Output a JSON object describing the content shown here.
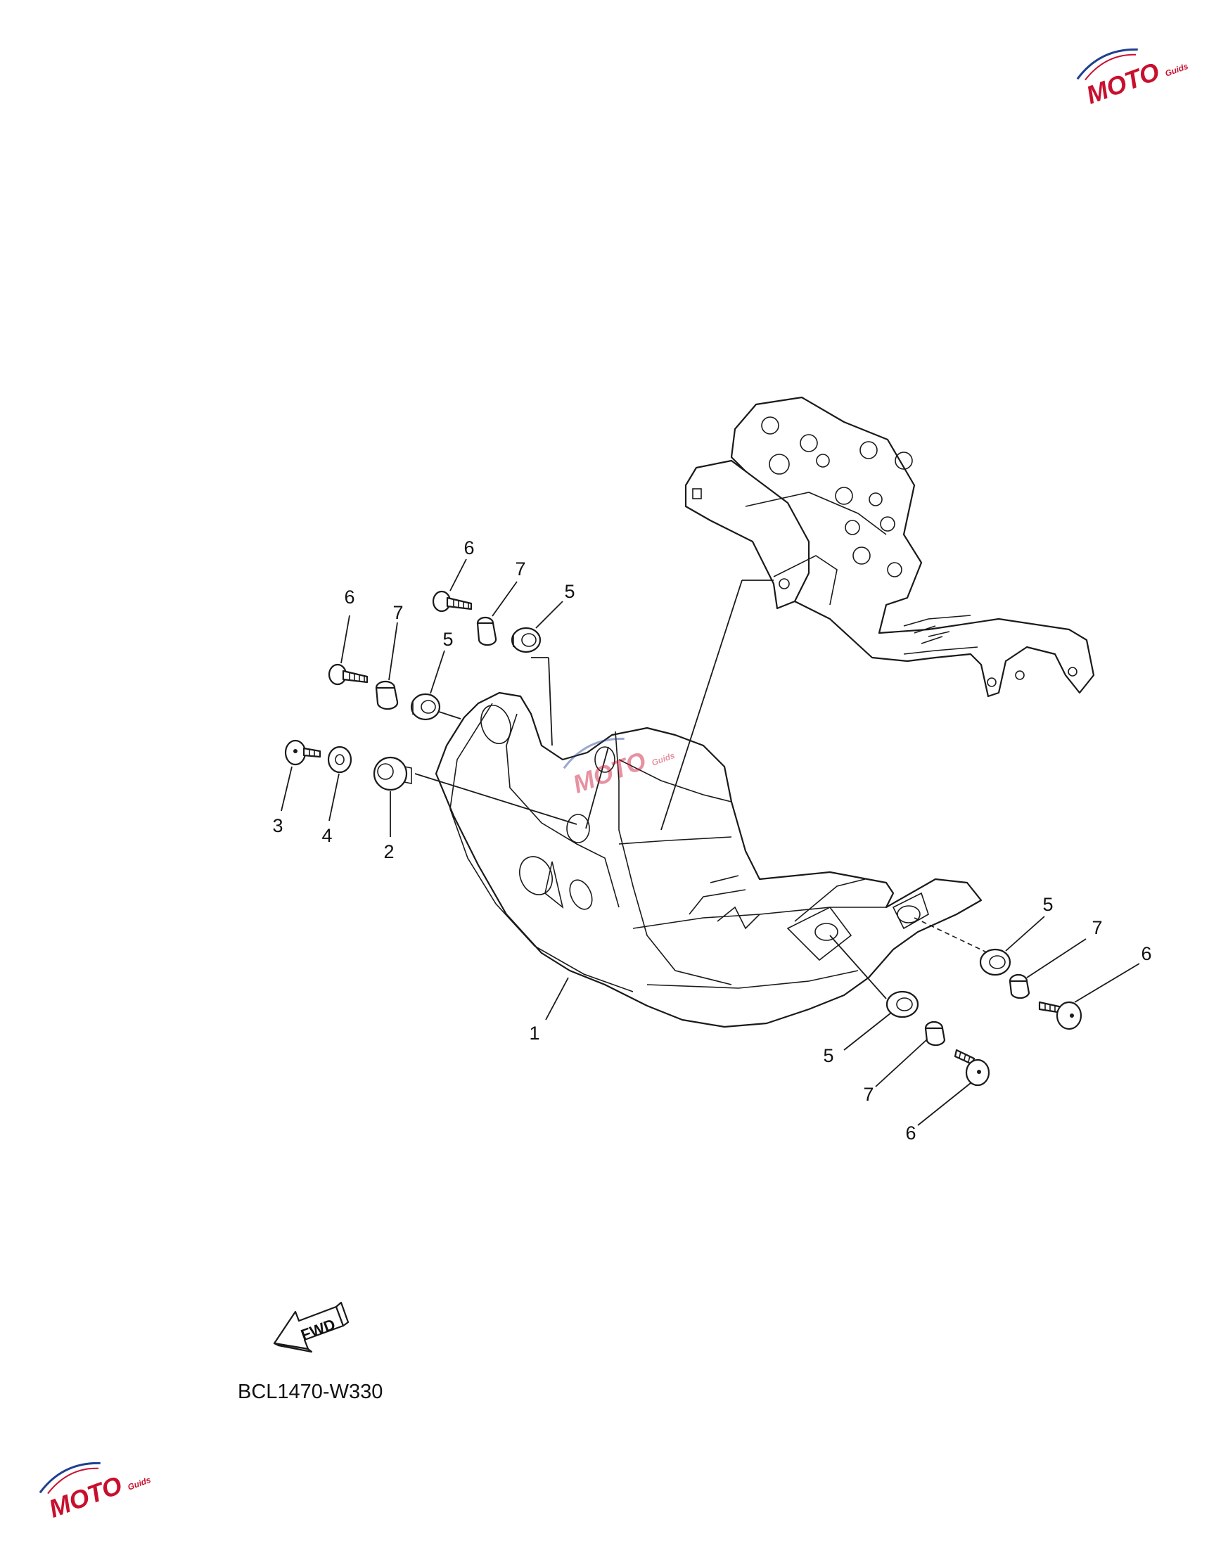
{
  "diagram": {
    "drawing_code": "BCL1470-W330",
    "direction_label": "FWD",
    "callouts": [
      {
        "id": "c1",
        "label": "1"
      },
      {
        "id": "c2",
        "label": "2"
      },
      {
        "id": "c3",
        "label": "3"
      },
      {
        "id": "c4",
        "label": "4"
      },
      {
        "id": "c5a",
        "label": "5"
      },
      {
        "id": "c5b",
        "label": "5"
      },
      {
        "id": "c5c",
        "label": "5"
      },
      {
        "id": "c5d",
        "label": "5"
      },
      {
        "id": "c6a",
        "label": "6"
      },
      {
        "id": "c6b",
        "label": "6"
      },
      {
        "id": "c6c",
        "label": "6"
      },
      {
        "id": "c6d",
        "label": "6"
      },
      {
        "id": "c7a",
        "label": "7"
      },
      {
        "id": "c7b",
        "label": "7"
      },
      {
        "id": "c7c",
        "label": "7"
      },
      {
        "id": "c7d",
        "label": "7"
      }
    ]
  },
  "watermark": {
    "brand": "MOTO",
    "tagline": "Guids",
    "colors": {
      "primary": "#c8102e",
      "secondary": "#1f3f8f"
    }
  }
}
